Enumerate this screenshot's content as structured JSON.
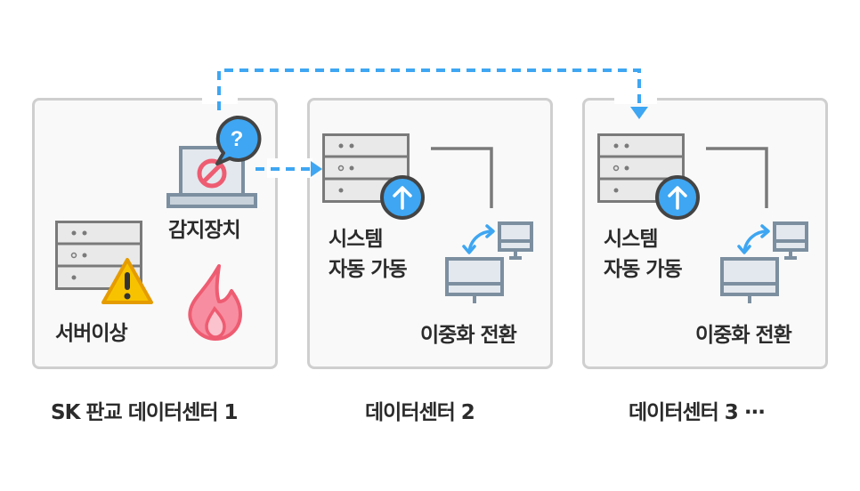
{
  "diagram": {
    "title": "데이터센터 이중화 전환 흐름",
    "colors": {
      "accent_blue": "#3ea6f2",
      "panel_border": "#cfcfcf",
      "panel_bg": "#f9f9f9",
      "server_gray": "#7a7a7a",
      "monitor_slate": "#7c8fa0",
      "alert_red": "#ee5c72",
      "warning_yellow": "#f7c300",
      "fire_pink": "#f78da0"
    },
    "panels": [
      {
        "name": "datacenter-1",
        "caption": "SK 판교 데이터센터 1",
        "labels": {
          "detector": "감지장치",
          "server_error": "서버이상"
        },
        "icons": [
          "server-icon",
          "warning-icon",
          "laptop-icon",
          "question-bubble-icon",
          "prohibited-icon",
          "fire-icon"
        ]
      },
      {
        "name": "datacenter-2",
        "caption": "데이터센터 2",
        "labels": {
          "system_line1": "시스템",
          "system_line2": "자동 가동",
          "failover": "이중화 전환"
        },
        "icons": [
          "server-icon",
          "arrow-up-circle-icon",
          "monitor-icon",
          "swap-arrow-icon"
        ]
      },
      {
        "name": "datacenter-3",
        "caption": "데이터센터 3 ···",
        "labels": {
          "system_line1": "시스템",
          "system_line2": "자동 가동",
          "failover": "이중화 전환"
        },
        "icons": [
          "server-icon",
          "arrow-up-circle-icon",
          "monitor-icon",
          "swap-arrow-icon"
        ]
      }
    ],
    "connectors": [
      {
        "from": "datacenter-1",
        "to": "datacenter-2",
        "style": "dashed-arrow"
      },
      {
        "from": "datacenter-1",
        "to": "datacenter-3",
        "style": "dashed-arrow"
      }
    ]
  }
}
